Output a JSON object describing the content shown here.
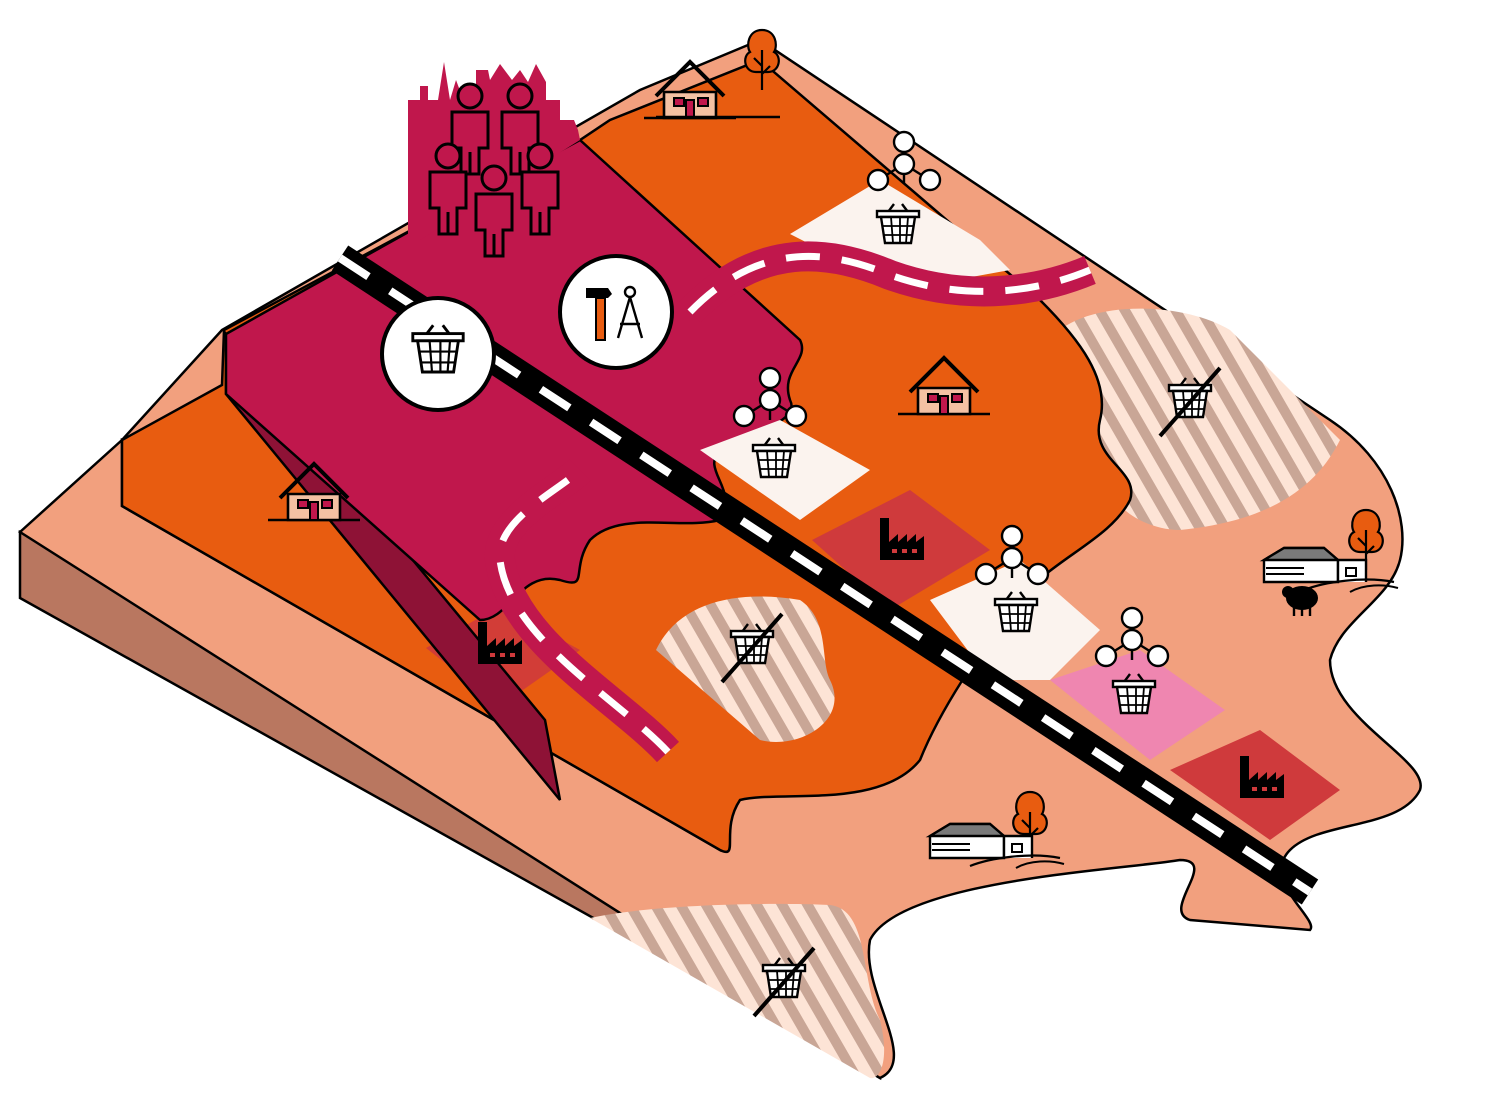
{
  "diagram": {
    "zones": [
      {
        "id": "urban-core",
        "color": "#c0174c"
      },
      {
        "id": "suburban-belt",
        "color": "#e85c10"
      },
      {
        "id": "rural-periphery",
        "color": "#f2a07e"
      }
    ],
    "patches": [
      {
        "id": "basket-cluster",
        "color": "#fbf3ee"
      },
      {
        "id": "pink-basket-cluster",
        "color": "#ef86b0"
      },
      {
        "id": "industrial",
        "color": "#cf3a3c"
      },
      {
        "id": "no-services",
        "pattern": "hatched"
      }
    ],
    "icons": [
      "cathedral-skyline-icon",
      "population-icon",
      "shopping-basket-icon",
      "tools-compass-icon",
      "house-icon",
      "factory-icon",
      "network-icon",
      "no-basket-icon",
      "farm-icon",
      "tree-icon",
      "sheep-icon"
    ],
    "colors": {
      "urban": "#c0174c",
      "urban_side": "#8e1236",
      "suburban": "#e85c10",
      "suburban_side": "#b34708",
      "rural": "#f2a07e",
      "rural_side": "#b97760",
      "road": "#000000",
      "road_marking": "#ffffff",
      "secondary_road": "#c0174c"
    }
  }
}
